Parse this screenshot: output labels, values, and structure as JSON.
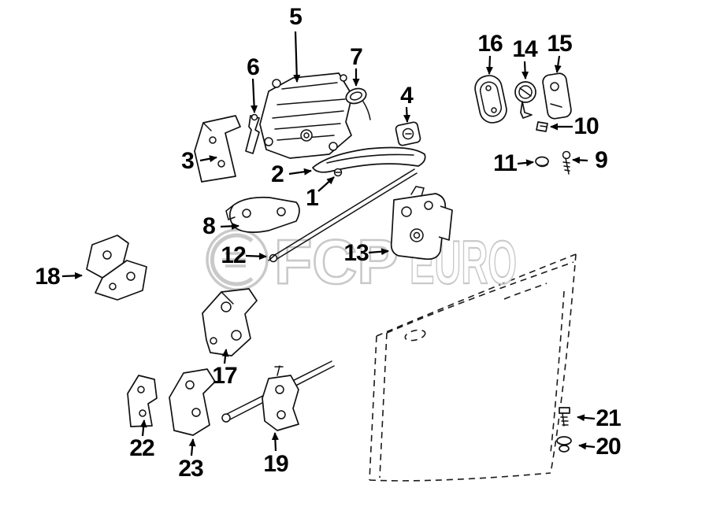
{
  "diagram": {
    "kind": "exploded-parts-diagram",
    "subject": "door lock and hinge hardware"
  },
  "watermark": {
    "brand_fcp": "FCP",
    "brand_euro": "EURO",
    "registered": "®"
  },
  "labels": {
    "p1": "1",
    "p2": "2",
    "p3": "3",
    "p4": "4",
    "p5": "5",
    "p6": "6",
    "p7": "7",
    "p8": "8",
    "p9": "9",
    "p10": "10",
    "p11": "11",
    "p12": "12",
    "p13": "13",
    "p14": "14",
    "p15": "15",
    "p16": "16",
    "p17": "17",
    "p18": "18",
    "p19": "19",
    "p20": "20",
    "p21": "21",
    "p22": "22",
    "p23": "23"
  },
  "colors": {
    "line": "#111111",
    "label": "#000000",
    "watermark": "#c9c9c9",
    "background": "#ffffff"
  }
}
